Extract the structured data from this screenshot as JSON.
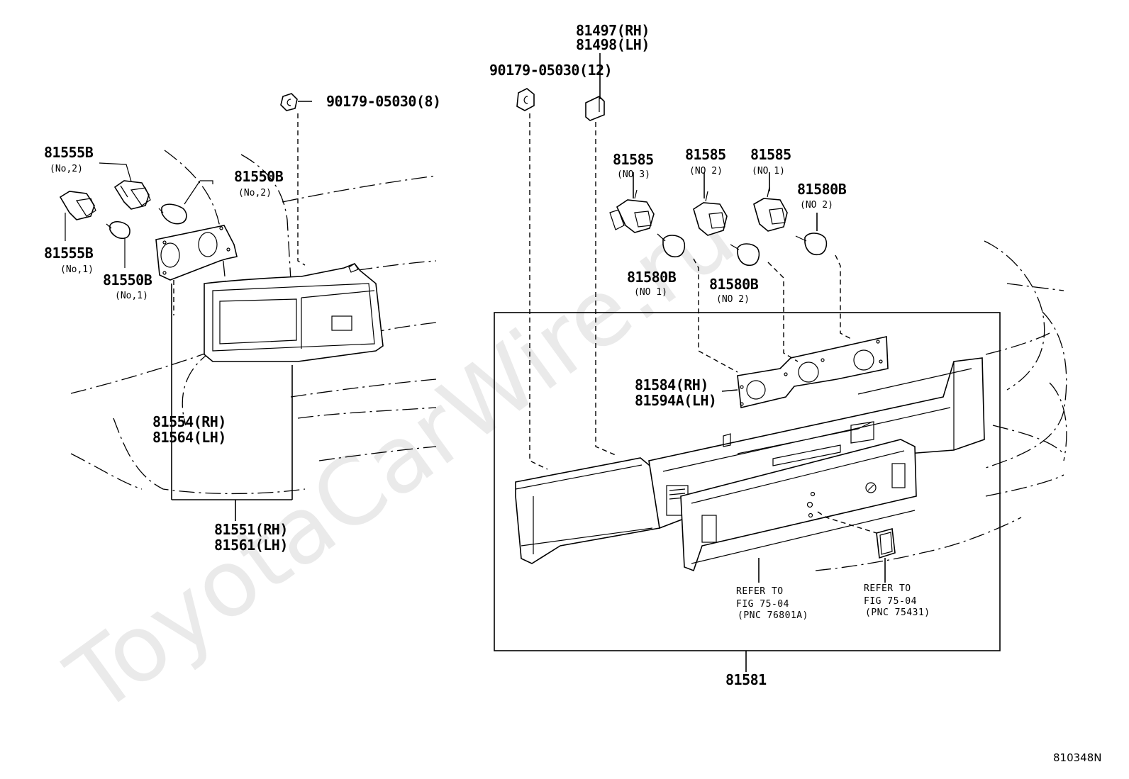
{
  "watermark": "ToyotaCarWire.ru",
  "figure_code": "810348N",
  "labels": {
    "clip_left": "90179-05030(8)",
    "clip_right": "90179-05030(12)",
    "cover_rh": "81497(RH)",
    "cover_lh": "81498(LH)",
    "socket_no2_top": "81555B",
    "socket_no2_top_sub": "(No,2)",
    "bulb_no2_top": "81550B",
    "bulb_no2_top_sub": "(No,2)",
    "socket_no1": "81555B",
    "socket_no1_sub": "(No,1)",
    "bulb_no1": "81550B",
    "bulb_no1_sub": "(No,1)",
    "lens_rh": "81554(RH)",
    "lens_lh": "81564(LH)",
    "lamp_assy_rh": "81551(RH)",
    "lamp_assy_lh": "81561(LH)",
    "socket_no3": "81585",
    "socket_no3_sub": "(NO 3)",
    "socket_no2": "81585",
    "socket_no2_sub": "(NO 2)",
    "socket_no1b": "81585",
    "socket_no1b_sub": "(NO 1)",
    "bulb_80_no2_top": "81580B",
    "bulb_80_no2_top_sub": "(NO 2)",
    "bulb_80_no1": "81580B",
    "bulb_80_no1_sub": "(NO 1)",
    "bulb_80_no2": "81580B",
    "bulb_80_no2_sub": "(NO 2)",
    "gasket_rh": "81584(RH)",
    "gasket_lh": "81594A(LH)",
    "refer1_line1": "REFER TO",
    "refer1_line2": "FIG 75-04",
    "refer1_line3": "(PNC 76801A)",
    "refer2_line1": "REFER TO",
    "refer2_line2": "FIG 75-04",
    "refer2_line3": "(PNC 75431)",
    "rear_panel_assy": "81581"
  }
}
